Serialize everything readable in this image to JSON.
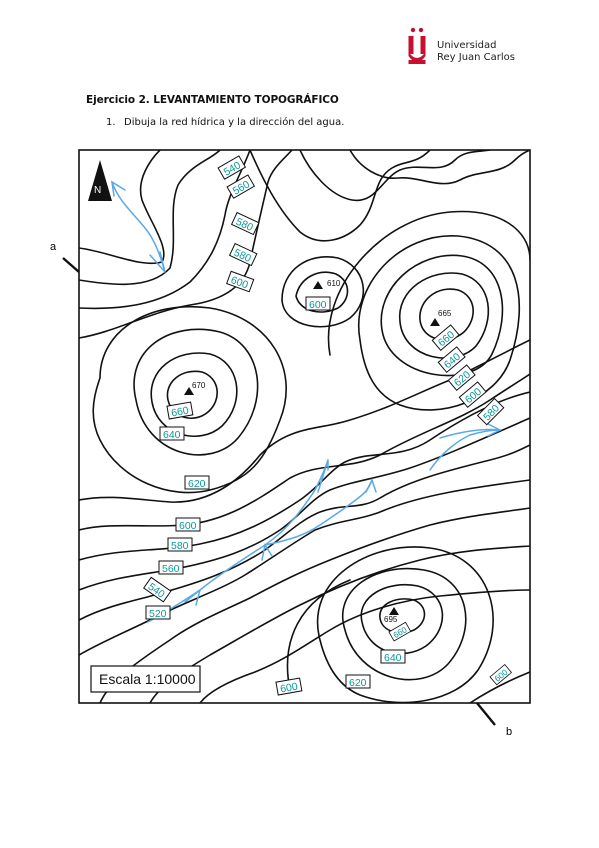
{
  "header": {
    "university_line1": "Universidad",
    "university_line2": "Rey Juan Carlos",
    "brand_color": "#c8102e"
  },
  "exercise": {
    "title": "Ejercicio 2. LEVANTAMIENTO TOPOGRÁFICO",
    "instruction_number": "1.",
    "instruction_text": "Dibuja la red hídrica y la dirección del agua."
  },
  "map": {
    "north_label": "N",
    "scale_label": "Escala 1:10000",
    "profile_points": [
      "a",
      "b"
    ],
    "contour_color": "#111111",
    "stream_color": "#5aa9e6",
    "label_color": "#0a9a9a",
    "peaks": [
      {
        "name": "peak-610",
        "elevation": "610"
      },
      {
        "name": "peak-665",
        "elevation": "665"
      },
      {
        "name": "peak-670",
        "elevation": "670"
      },
      {
        "name": "peak-695",
        "elevation": "695"
      }
    ],
    "contour_labels": [
      "540",
      "560",
      "580",
      "580",
      "600",
      "600",
      "660",
      "640",
      "620",
      "600",
      "580",
      "660",
      "640",
      "620",
      "600",
      "580",
      "560",
      "540",
      "520",
      "660",
      "640",
      "620",
      "600",
      "600"
    ]
  }
}
